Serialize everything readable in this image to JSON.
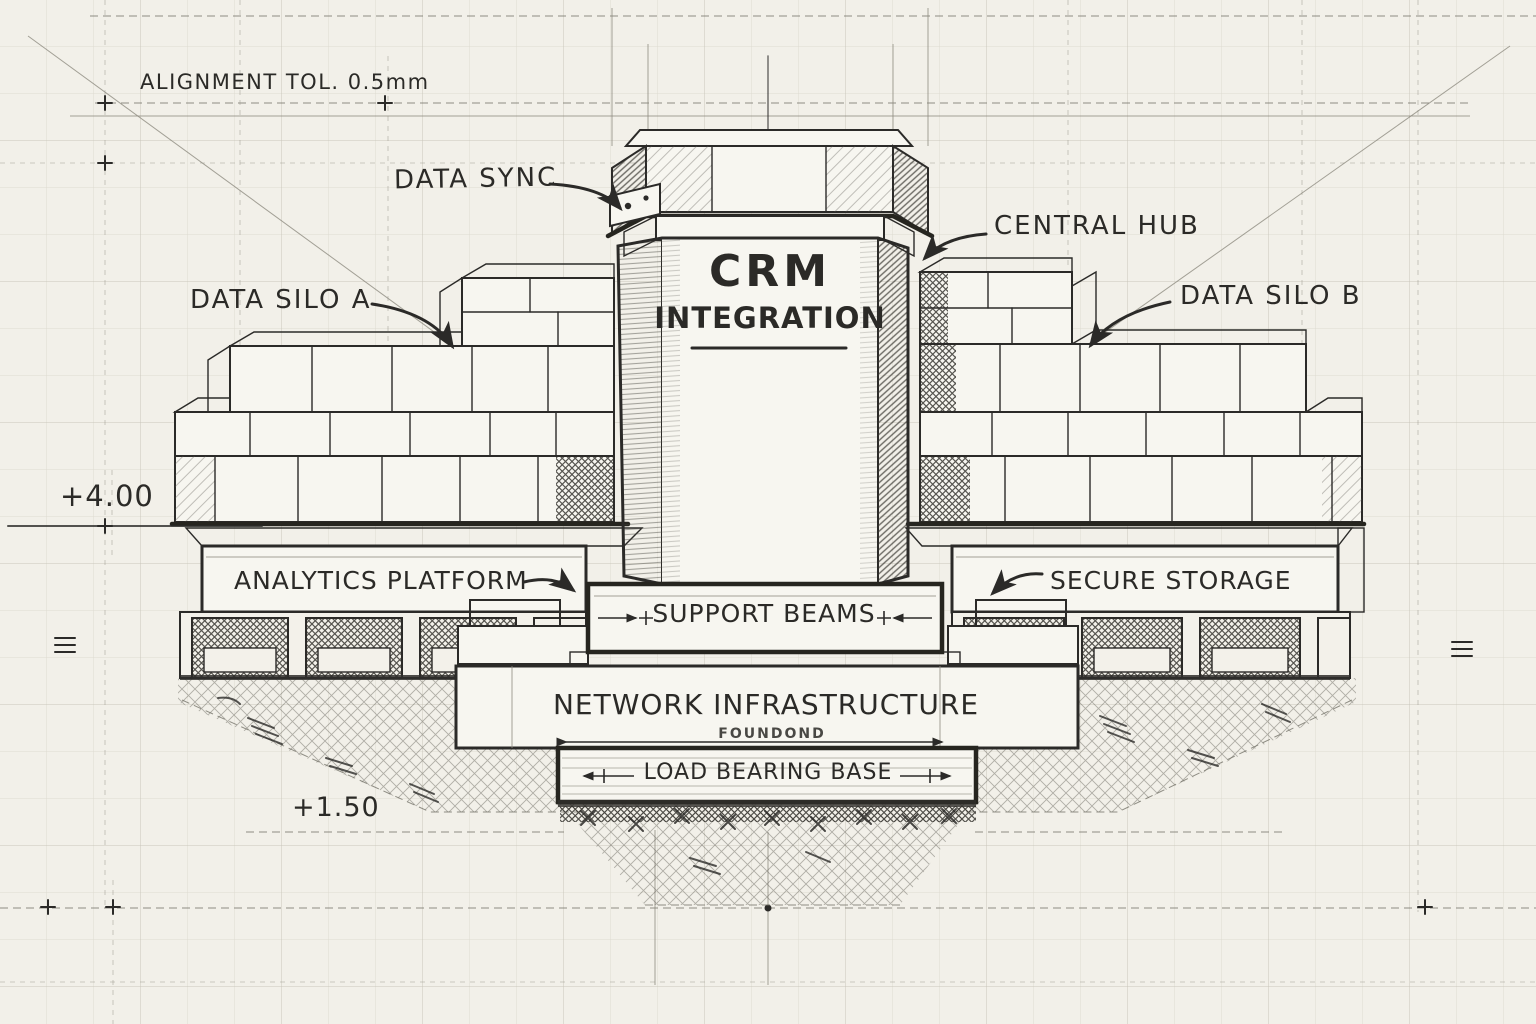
{
  "drawing": {
    "title_line1": "CRM",
    "title_line2": "INTEGRATION",
    "annotations": {
      "alignment_tolerance": "ALIGNMENT TOL. 0.5mm",
      "data_sync": "DATA SYNC",
      "central_hub": "CENTRAL HUB",
      "data_silo_a": "DATA SILO A",
      "data_silo_b": "DATA SILO B",
      "analytics_platform": "ANALYTICS PLATFORM",
      "secure_storage": "SECURE STORAGE",
      "support_beams": "SUPPORT BEAMS",
      "network_infrastructure": "NETWORK INFRASTRUCTURE",
      "foundation_note": "FOUNDOND",
      "load_bearing_base": "LOAD BEARING BASE"
    },
    "elevations": {
      "upper": "+4.00",
      "lower": "+1.50"
    },
    "colors": {
      "paper": "#f2f0e9",
      "ink": "#2b2a28",
      "grid": "#c9c6ba"
    }
  }
}
